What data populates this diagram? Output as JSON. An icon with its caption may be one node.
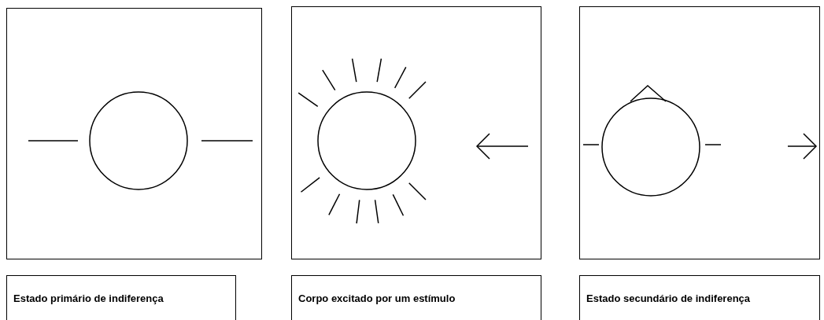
{
  "diagram": {
    "nodes": [
      {
        "text": [],
        "shape": "box"
      },
      {
        "text": [],
        "shape": "box"
      },
      {
        "text": [],
        "shape": "box"
      },
      {
        "text": [
          "Estado primário de indiferença"
        ]
      },
      {
        "text": [
          "Corpo excitado por um estímulo"
        ]
      },
      {
        "text": [
          "Estado secundário de indiferença"
        ]
      }
    ]
  }
}
